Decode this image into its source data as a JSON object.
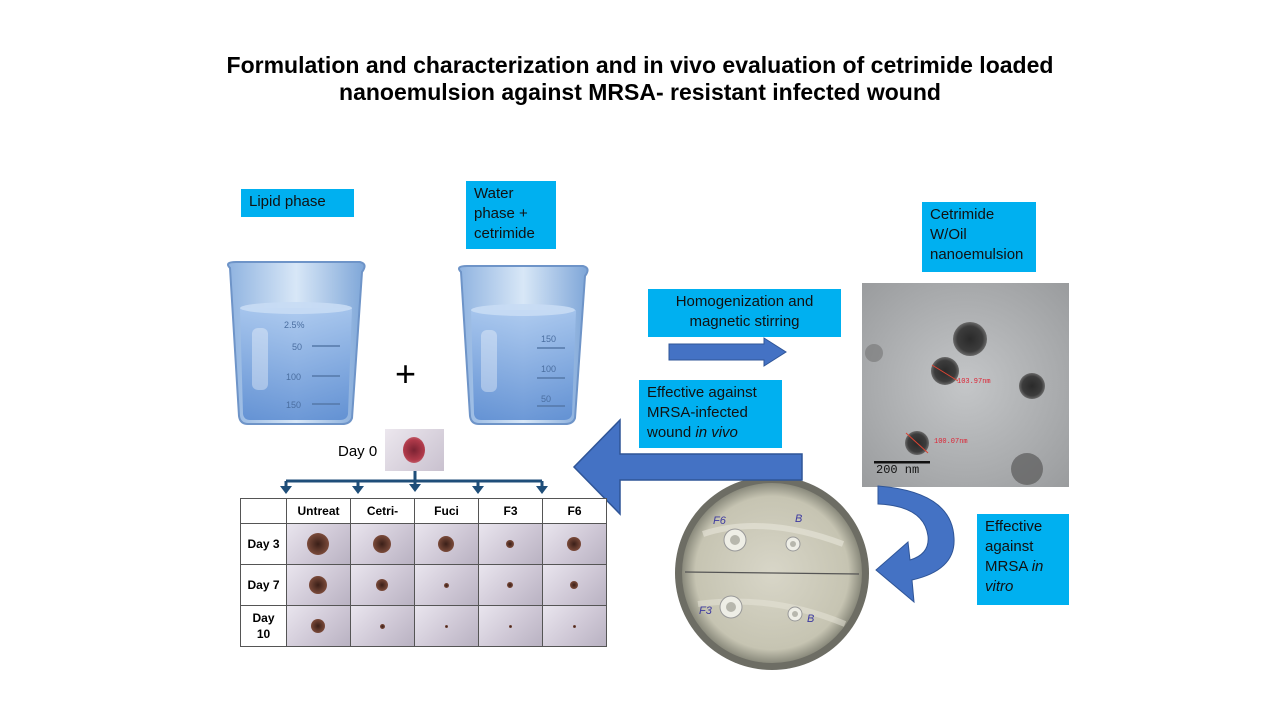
{
  "title": {
    "line1": "Formulation and characterization and in vivo evaluation of cetrimide loaded",
    "line2": "nanoemulsion against MRSA- resistant infected wound"
  },
  "boxes": {
    "lipid_phase": "Lipid phase",
    "water_phase": [
      "Water",
      "phase +",
      "cetrimide"
    ],
    "homogenization": [
      "Homogenization and",
      "magnetic stirring"
    ],
    "cetrimide_emulsion": [
      "Cetrimide",
      "W/Oil",
      "nanoemulsion"
    ],
    "effective_in_vivo": {
      "line1": "Effective against",
      "line2": "MRSA-infected",
      "line3_prefix": "wound ",
      "line3_italic": "in vivo"
    },
    "effective_in_vitro": {
      "line1": "Effective",
      "line2": "against",
      "line3_prefix": "MRSA ",
      "line3_italic": "in",
      "line4_italic": "vitro"
    }
  },
  "plus_sign": "+",
  "beaker_marks": [
    "50",
    "100",
    "150",
    "150",
    "100",
    "50",
    "2.5%"
  ],
  "beaker_mark_icons": [
    "beaker-icon"
  ],
  "day0_label": "Day 0",
  "tem": {
    "scale_label": "200 nm",
    "measure1": "103.97nm",
    "measure2": "100.07nm"
  },
  "petri_labels": [
    "F6",
    "B",
    "F3",
    "B"
  ],
  "wound_table": {
    "columns": [
      "Untreat",
      "Cetri-",
      "Fuci",
      "F3",
      "F6"
    ],
    "rows": [
      {
        "label": "Day 3",
        "wound_size": [
          0.55,
          0.45,
          0.4,
          0.2,
          0.35
        ]
      },
      {
        "label": "Day 7",
        "wound_size": [
          0.45,
          0.3,
          0.12,
          0.15,
          0.2
        ]
      },
      {
        "label": "Day 10",
        "wound_size": [
          0.35,
          0.12,
          0.06,
          0.05,
          0.08
        ]
      }
    ]
  },
  "colors": {
    "box_fill": "#00b0f0",
    "arrow_blue": "#4472c4",
    "branch_arrow": "#1f4e79"
  }
}
